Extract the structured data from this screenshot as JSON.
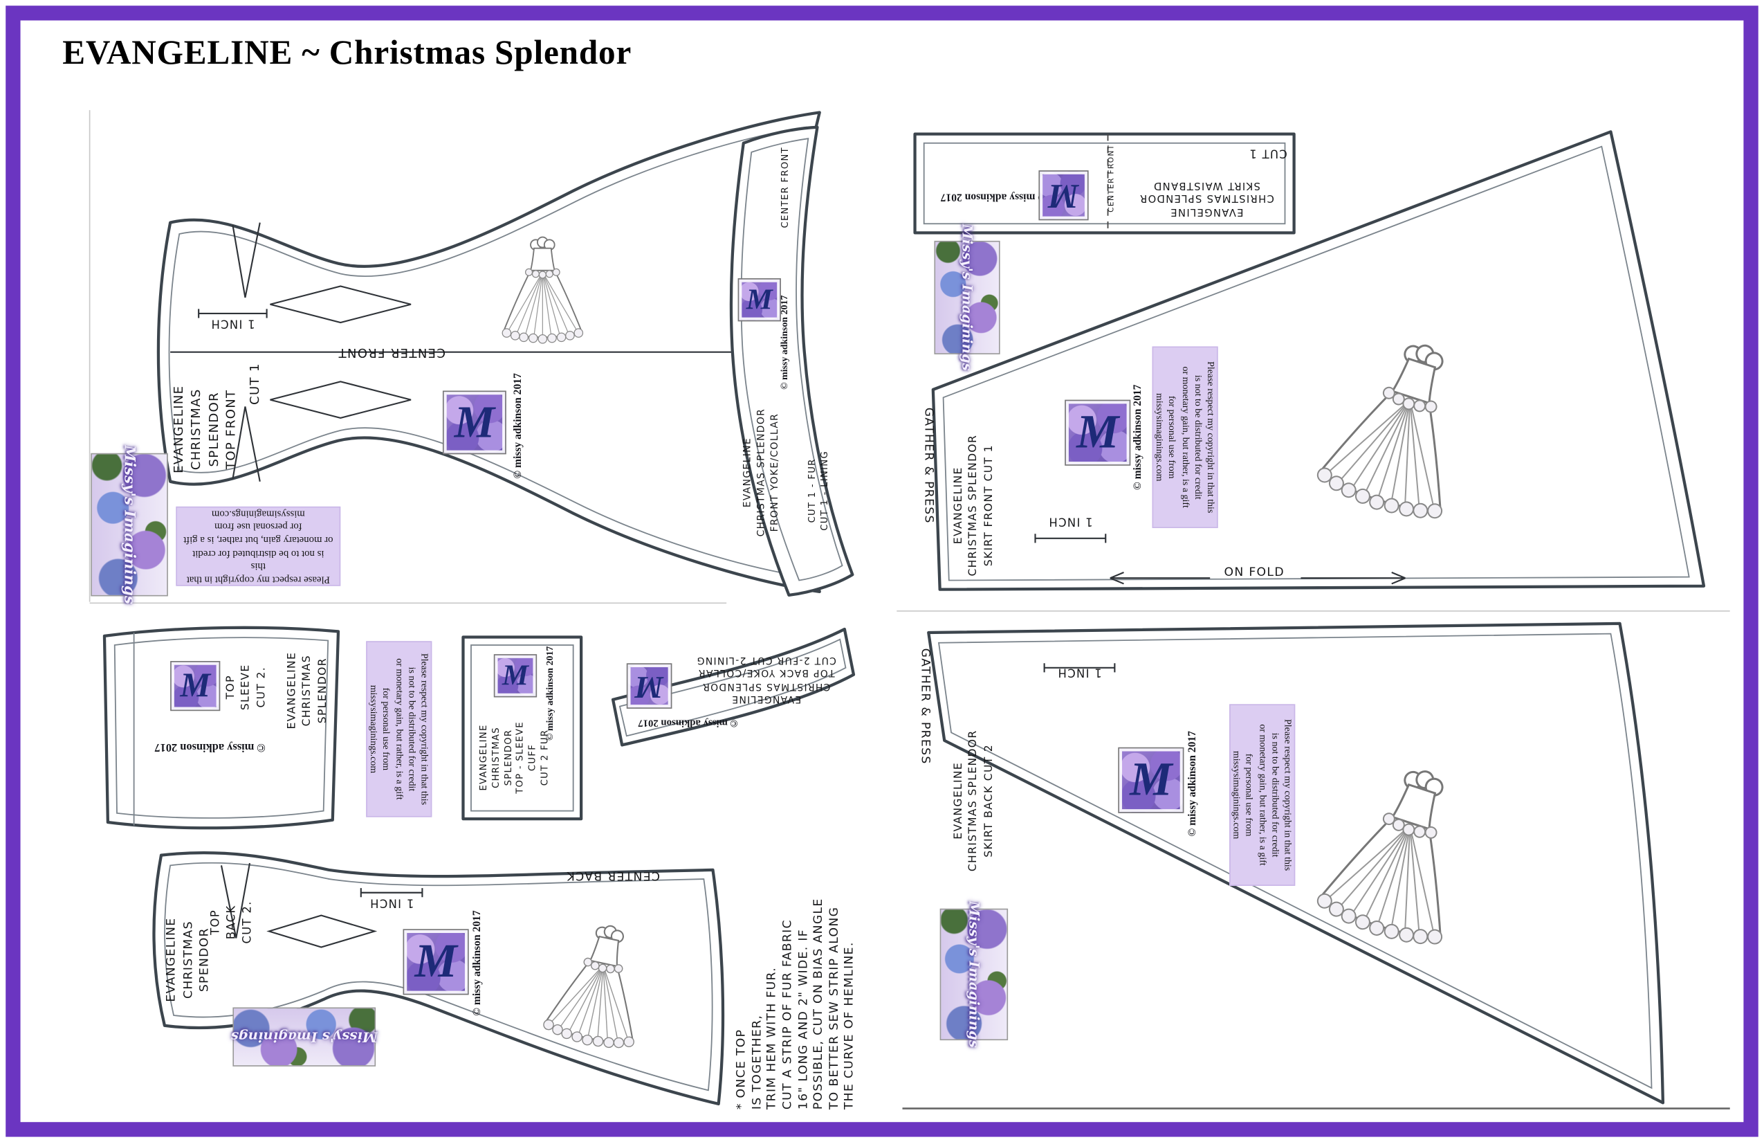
{
  "page": {
    "title": "EVANGELINE ~ Christmas Splendor"
  },
  "branding": {
    "studio": "Missy's Imaginings",
    "monogram": "M",
    "credit": "© missy adkinson 2017",
    "notice": "Please respect my copyright in that this\nis not to be distributed for credit\nor monetary gain, but rather, is a gift\nfor personal use from\nmissysimaginings.com"
  },
  "markings": {
    "one_inch": "1 INCH",
    "center_front": "CENTER FRONT",
    "center_back": "CENTER BACK",
    "on_fold": "ON FOLD",
    "gather_press": "GATHER & PRESS"
  },
  "pieces": {
    "top_front": {
      "label": "EVANGELINE\nCHRISTMAS\nSPLENDOR\nTOP FRONT",
      "cut": "CUT 1"
    },
    "front_yoke": {
      "label": "EVANGELINE\nCHRISTMAS SPLENDOR\nFRONT YOKE/COLLAR",
      "cut": "CUT 1 - FUR\nCUT 1 - LINING"
    },
    "skirt_waistband": {
      "label": "EVANGELINE\nCHRISTMAS SPLENDOR\nSKIRT WAISTBAND",
      "cut": "CUT 1"
    },
    "skirt_front": {
      "label": "EVANGELINE\nCHRISTMAS SPLENDOR\nSKIRT FRONT  CUT 1"
    },
    "top_sleeve": {
      "label": "EVANGELINE\nCHRISTMAS\nSPLENDOR",
      "sub": "TOP\nSLEEVE\nCUT 2."
    },
    "sleeve_cuff": {
      "label": "EVANGELINE\nCHRISTMAS\nSPLENDOR\nTOP - SLEEVE\nCUFF\nCUT 2  FUR"
    },
    "back_yoke": {
      "label": "EVANGELINE\nCHRISTMAS SPLENDOR\nTOP  BACK YOKE/COLLAR\nCUT 2-FUR   CUT 2-LINING"
    },
    "top_back": {
      "label": "EVANGELINE\nCHRISTMAS\nSPENDOR",
      "sub": "TOP\nBACK\nCUT 2."
    },
    "skirt_back": {
      "label": "EVANGELINE\nCHRISTMAS SPLENDOR\nSKIRT BACK  CUT 2"
    }
  },
  "note": {
    "text": "* ONCE TOP\nIS TOGETHER,\nTRIM HEM WITH FUR.\nCUT A STRIP OF FUR FABRIC\n16\" LONG AND 2\" WIDE. IF\nPOSSIBLE, CUT ON BIAS ANGLE\nTO BETTER SEW STRIP ALONG\nTHE CURVE OF HEMLINE."
  }
}
